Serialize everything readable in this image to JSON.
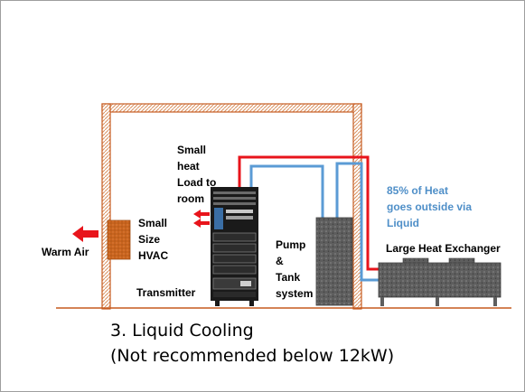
{
  "labels": {
    "small_heat_line1": "Small",
    "small_heat_line2": "heat",
    "small_heat_line3": "Load to",
    "small_heat_line4": "room",
    "small_size_line1": "Small",
    "small_size_line2": "Size",
    "small_size_line3": "HVAC",
    "warm_air": "Warm Air",
    "transmitter": "Transmitter",
    "pump_line1": "Pump",
    "pump_line2": "&",
    "pump_line3": "Tank",
    "pump_line4": "system",
    "heat_outside_line1": "85% of Heat",
    "heat_outside_line2": "goes outside via",
    "heat_outside_line3": "Liquid",
    "large_heat_exchanger": "Large Heat Exchanger"
  },
  "caption": {
    "line1": "3. Liquid Cooling",
    "line2": "(Not recommended below 12kW)"
  },
  "colors": {
    "hot_pipe": "#e8141b",
    "cold_pipe": "#5b9bd5",
    "wall": "#c65a1e",
    "hvac": "#c8641e",
    "equipment": "#5a5a5a",
    "rack": "#1a1a1a"
  }
}
